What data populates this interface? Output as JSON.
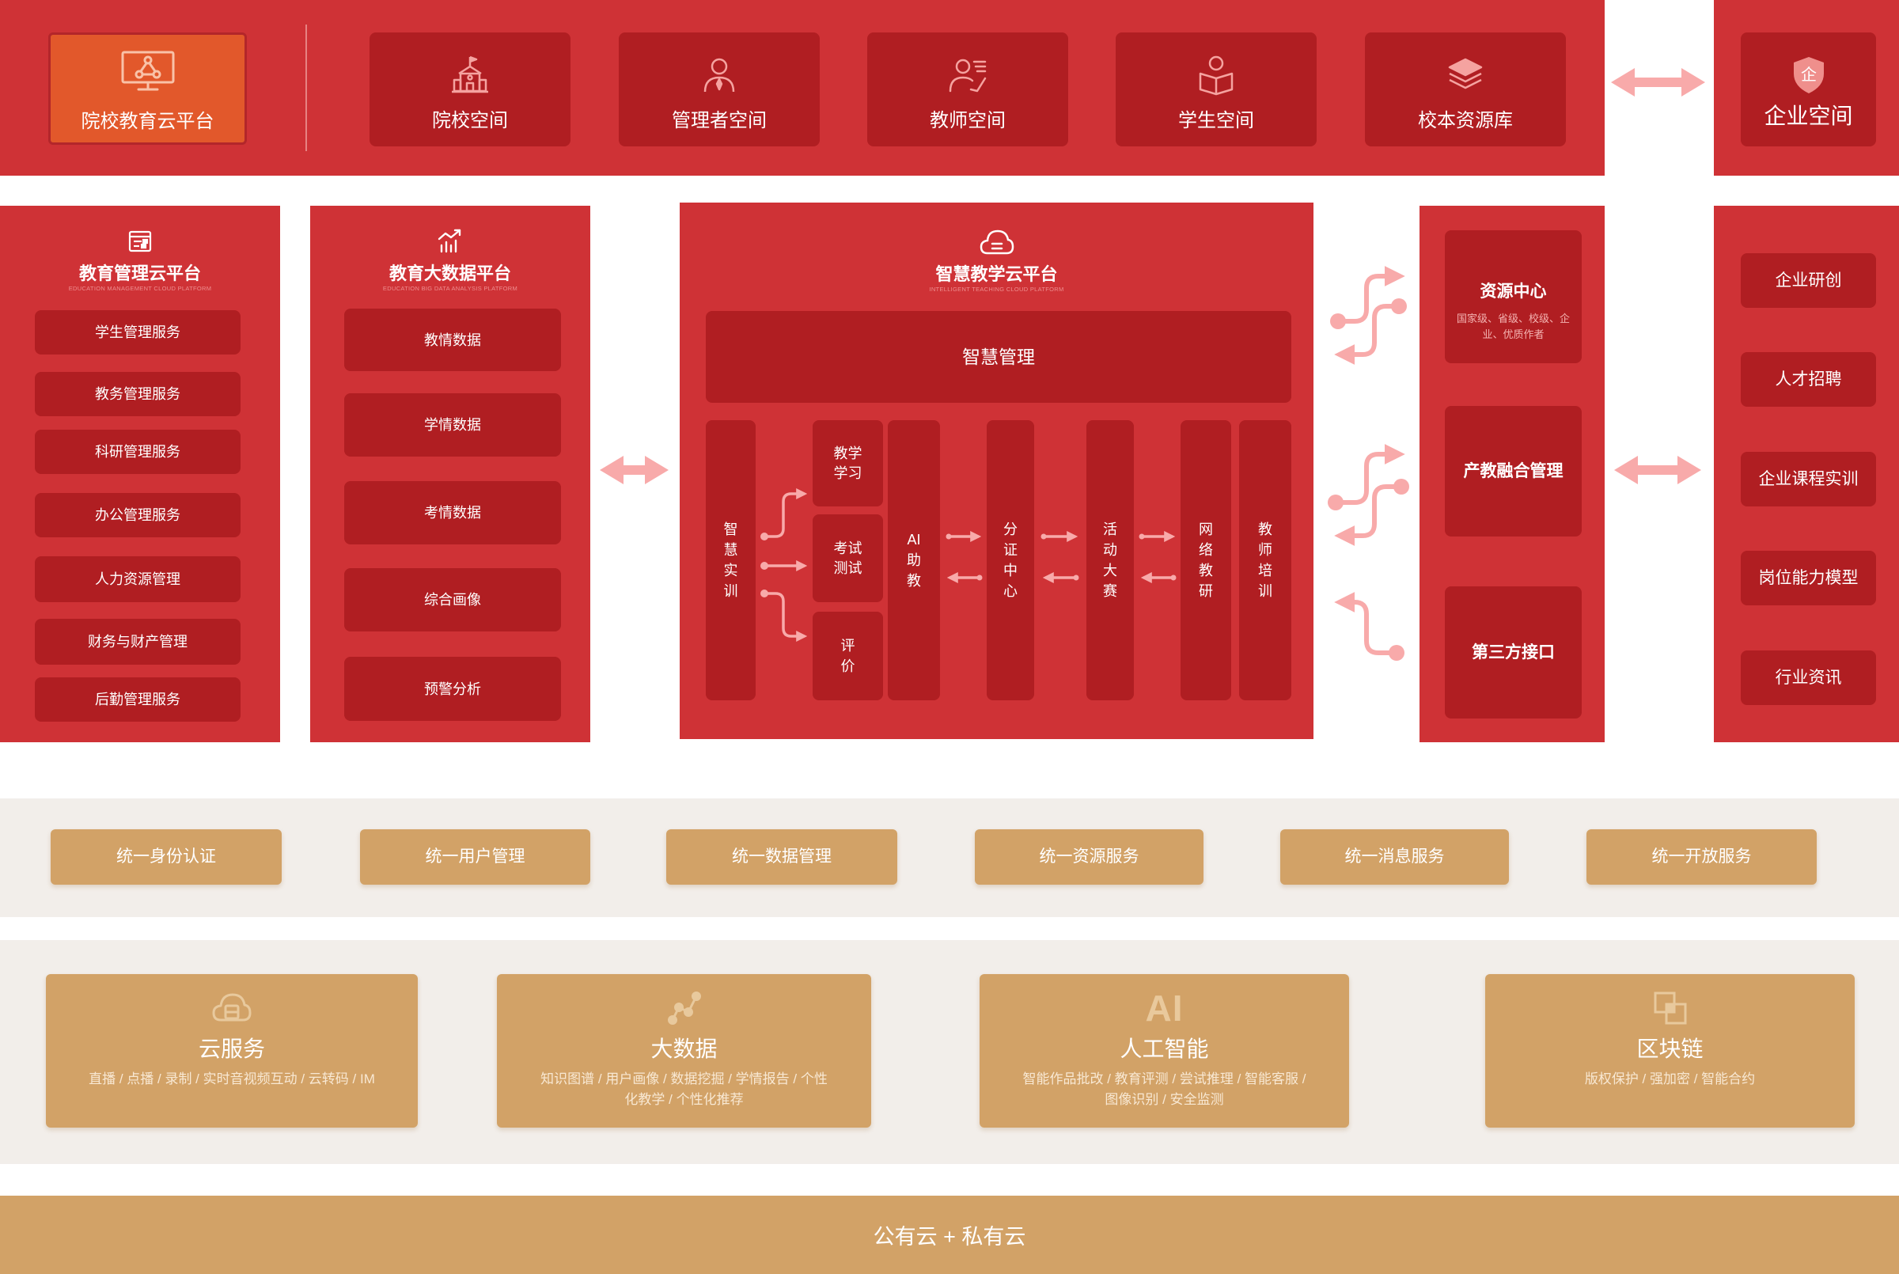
{
  "colors": {
    "panel_red": "#cf3236",
    "box_red": "#b01e22",
    "platform_orange": "#e2582b",
    "arrow_pink": "#f8aaaa",
    "band_beige": "#f2eeea",
    "gold": "#d2a267"
  },
  "top": {
    "platform": {
      "label": "院校教育云平台",
      "icon": "monitor-network-icon"
    },
    "spaces": [
      {
        "label": "院校空间",
        "icon": "school-icon"
      },
      {
        "label": "管理者空间",
        "icon": "manager-icon"
      },
      {
        "label": "教师空间",
        "icon": "teacher-icon"
      },
      {
        "label": "学生空间",
        "icon": "student-icon"
      },
      {
        "label": "校本资源库",
        "icon": "layers-icon"
      }
    ],
    "enterprise_space": {
      "label": "企业空间",
      "icon": "shield-icon",
      "icon_char": "企"
    }
  },
  "edu_management": {
    "title": "教育管理云平台",
    "subtitle": "EDUCATION MANAGEMENT CLOUD PLATFORM",
    "icon": "form-icon",
    "items": [
      "学生管理服务",
      "教务管理服务",
      "科研管理服务",
      "办公管理服务",
      "人力资源管理",
      "财务与财产管理",
      "后勤管理服务"
    ]
  },
  "big_data_platform": {
    "title": "教育大数据平台",
    "subtitle": "EDUCATION BIG DATA ANALYSIS PLATFORM",
    "icon": "chart-trend-icon",
    "items": [
      "教情数据",
      "学情数据",
      "考情数据",
      "综合画像",
      "预警分析"
    ]
  },
  "teaching_platform": {
    "title": "智慧教学云平台",
    "subtitle": "INTELLIGENT TEACHING CLOUD PLATFORM",
    "icon": "cloud-icon",
    "management": "智慧管理",
    "training": "智慧实训",
    "training_outputs": [
      "教学学习",
      "考试测试",
      "评价"
    ],
    "modules": [
      "AI助教",
      "分证中心",
      "活动大赛",
      "网络教研",
      "教师培训"
    ]
  },
  "resources": {
    "center": {
      "title": "资源中心",
      "desc": "国家级、省级、校级、企业、优质作者"
    },
    "integration": "产教融合管理",
    "third_party": "第三方接口"
  },
  "enterprise": {
    "items": [
      "企业研创",
      "人才招聘",
      "企业课程实训",
      "岗位能力模型",
      "行业资讯"
    ]
  },
  "unified_services": [
    "统一身份认证",
    "统一用户管理",
    "统一数据管理",
    "统一资源服务",
    "统一消息服务",
    "统一开放服务"
  ],
  "technologies": [
    {
      "title": "云服务",
      "desc": "直播 / 点播 / 录制 / 实时音视频互动 / 云转码 / IM",
      "icon": "cloud-server-icon"
    },
    {
      "title": "大数据",
      "desc": "知识图谱 / 用户画像 / 数据挖掘 / 学情报告 / 个性化教学 / 个性化推荐",
      "icon": "nodes-icon"
    },
    {
      "title": "人工智能",
      "desc": "智能作品批改 / 教育评测 / 尝试推理 / 智能客服 / 图像识别 / 安全监测",
      "icon": "ai-icon",
      "icon_text": "AI"
    },
    {
      "title": "区块链",
      "desc": "版权保护 / 强加密 / 智能合约",
      "icon": "blocks-icon"
    }
  ],
  "deployment": "公有云 + 私有云"
}
